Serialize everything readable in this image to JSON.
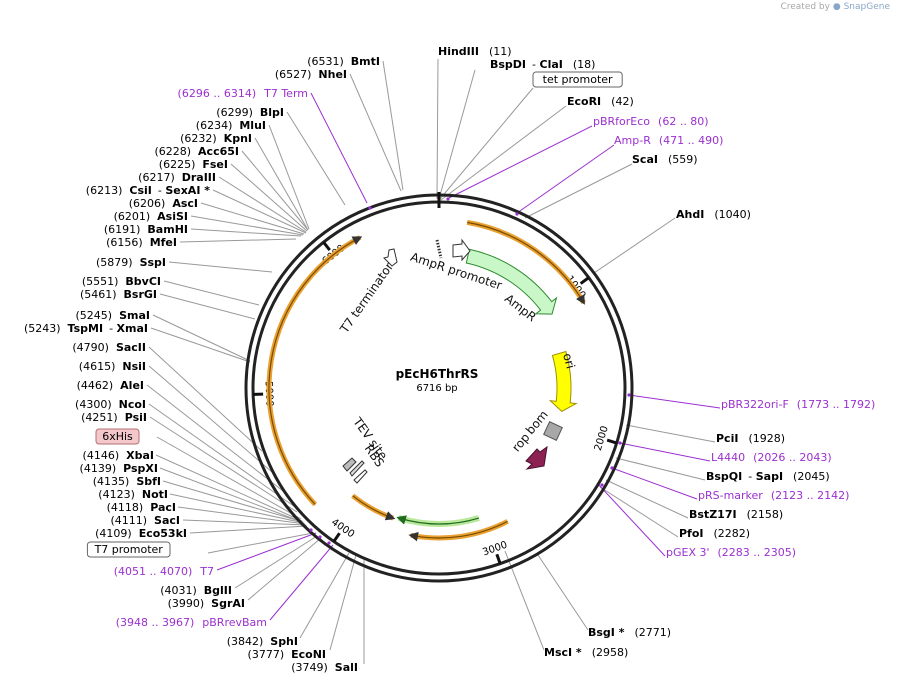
{
  "credit": {
    "prefix": "Created by",
    "brand": "SnapGene"
  },
  "plasmid": {
    "name": "pEcH6ThrRS",
    "length_label": "6716 bp",
    "length": 6716
  },
  "ticks": [
    "1000",
    "2000",
    "3000",
    "4000",
    "5000",
    "6000"
  ],
  "features": [
    {
      "label": "AmpR promoter",
      "type": "promoter"
    },
    {
      "label": "AmpR",
      "type": "cds"
    },
    {
      "label": "ori",
      "type": "origin"
    },
    {
      "label": "bom",
      "type": "misc"
    },
    {
      "label": "rop",
      "type": "cds"
    },
    {
      "label": "TEV site",
      "type": "site"
    },
    {
      "label": "RBS",
      "type": "rbs"
    },
    {
      "label": "T7 terminator",
      "type": "terminator"
    }
  ],
  "labels": [
    {
      "name": "HindIII",
      "pos": "(11)",
      "kind": "enzyme"
    },
    {
      "name": "BspDI",
      "pos": "(18)",
      "kind": "enzyme",
      "alt": "ClaI"
    },
    {
      "name": "tet promoter",
      "pos": "",
      "kind": "boxed"
    },
    {
      "name": "EcoRI",
      "pos": "(42)",
      "kind": "enzyme"
    },
    {
      "name": "pBRforEco",
      "pos": "(62 .. 80)",
      "kind": "primer"
    },
    {
      "name": "Amp-R",
      "pos": "(471 .. 490)",
      "kind": "primer"
    },
    {
      "name": "ScaI",
      "pos": "(559)",
      "kind": "enzyme"
    },
    {
      "name": "AhdI",
      "pos": "(1040)",
      "kind": "enzyme"
    },
    {
      "name": "pBR322ori-F",
      "pos": "(1773 .. 1792)",
      "kind": "primer"
    },
    {
      "name": "PciI",
      "pos": "(1928)",
      "kind": "enzyme"
    },
    {
      "name": "L4440",
      "pos": "(2026 .. 2043)",
      "kind": "primer"
    },
    {
      "name": "BspQI",
      "pos": "(2045)",
      "kind": "enzyme",
      "alt": "SapI"
    },
    {
      "name": "pRS-marker",
      "pos": "(2123 .. 2142)",
      "kind": "primer"
    },
    {
      "name": "BstZ17I",
      "pos": "(2158)",
      "kind": "enzyme"
    },
    {
      "name": "PfoI",
      "pos": "(2282)",
      "kind": "enzyme"
    },
    {
      "name": "pGEX 3'",
      "pos": "(2283 .. 2305)",
      "kind": "primer"
    },
    {
      "name": "BsgI *",
      "pos": "(2771)",
      "kind": "enzyme"
    },
    {
      "name": "MscI *",
      "pos": "(2958)",
      "kind": "enzyme"
    },
    {
      "name": "SalI",
      "pos": "(3749)",
      "kind": "enzyme"
    },
    {
      "name": "EcoNI",
      "pos": "(3777)",
      "kind": "enzyme"
    },
    {
      "name": "SphI",
      "pos": "(3842)",
      "kind": "enzyme"
    },
    {
      "name": "pBRrevBam",
      "pos": "(3948 .. 3967)",
      "kind": "primer"
    },
    {
      "name": "SgrAI",
      "pos": "(3990)",
      "kind": "enzyme"
    },
    {
      "name": "BglII",
      "pos": "(4031)",
      "kind": "enzyme"
    },
    {
      "name": "T7",
      "pos": "(4051 .. 4070)",
      "kind": "primer"
    },
    {
      "name": "T7 promoter",
      "pos": "",
      "kind": "boxed"
    },
    {
      "name": "Eco53kI",
      "pos": "(4109)",
      "kind": "enzyme"
    },
    {
      "name": "SacI",
      "pos": "(4111)",
      "kind": "enzyme"
    },
    {
      "name": "PacI",
      "pos": "(4118)",
      "kind": "enzyme"
    },
    {
      "name": "NotI",
      "pos": "(4123)",
      "kind": "enzyme"
    },
    {
      "name": "SbfI",
      "pos": "(4135)",
      "kind": "enzyme"
    },
    {
      "name": "PspXI",
      "pos": "(4139)",
      "kind": "enzyme"
    },
    {
      "name": "XbaI",
      "pos": "(4146)",
      "kind": "enzyme"
    },
    {
      "name": "6xHis",
      "pos": "",
      "kind": "pinkbox"
    },
    {
      "name": "PsiI",
      "pos": "(4251)",
      "kind": "enzyme"
    },
    {
      "name": "NcoI",
      "pos": "(4300)",
      "kind": "enzyme"
    },
    {
      "name": "AleI",
      "pos": "(4462)",
      "kind": "enzyme"
    },
    {
      "name": "NsiI",
      "pos": "(4615)",
      "kind": "enzyme"
    },
    {
      "name": "SacII",
      "pos": "(4790)",
      "kind": "enzyme"
    },
    {
      "name": "TspMI",
      "pos": "(5243)",
      "kind": "enzyme",
      "alt": "XmaI"
    },
    {
      "name": "SmaI",
      "pos": "(5245)",
      "kind": "enzyme"
    },
    {
      "name": "BsrGI",
      "pos": "(5461)",
      "kind": "enzyme"
    },
    {
      "name": "BbvCI",
      "pos": "(5551)",
      "kind": "enzyme"
    },
    {
      "name": "SspI",
      "pos": "(5879)",
      "kind": "enzyme"
    },
    {
      "name": "MfeI",
      "pos": "(6156)",
      "kind": "enzyme"
    },
    {
      "name": "BamHI",
      "pos": "(6191)",
      "kind": "enzyme"
    },
    {
      "name": "AsiSI",
      "pos": "(6201)",
      "kind": "enzyme"
    },
    {
      "name": "AscI",
      "pos": "(6206)",
      "kind": "enzyme"
    },
    {
      "name": "CsiI",
      "pos": "(6213)",
      "kind": "enzyme",
      "alt": "SexAI *"
    },
    {
      "name": "DraIII",
      "pos": "(6217)",
      "kind": "enzyme"
    },
    {
      "name": "FseI",
      "pos": "(6225)",
      "kind": "enzyme"
    },
    {
      "name": "Acc65I",
      "pos": "(6228)",
      "kind": "enzyme"
    },
    {
      "name": "KpnI",
      "pos": "(6232)",
      "kind": "enzyme"
    },
    {
      "name": "MluI",
      "pos": "(6234)",
      "kind": "enzyme"
    },
    {
      "name": "BlpI",
      "pos": "(6299)",
      "kind": "enzyme"
    },
    {
      "name": "T7 Term",
      "pos": "(6296 .. 6314)",
      "kind": "primer"
    },
    {
      "name": "NheI",
      "pos": "(6527)",
      "kind": "enzyme"
    },
    {
      "name": "BmtI",
      "pos": "(6531)",
      "kind": "enzyme"
    }
  ],
  "colors": {
    "backbone": "#222222",
    "enzyme_text": "#000000",
    "primer": "#9b30d0",
    "leader": "#888888",
    "amp_fill": "#c9f7c8",
    "amp_stroke": "#2e8b2e",
    "ori_fill": "#ffff00",
    "bom_fill": "#a8a8a8",
    "rop_fill": "#8b2252",
    "orange": "#e8a030",
    "his_fill": "#f4c7cb"
  }
}
